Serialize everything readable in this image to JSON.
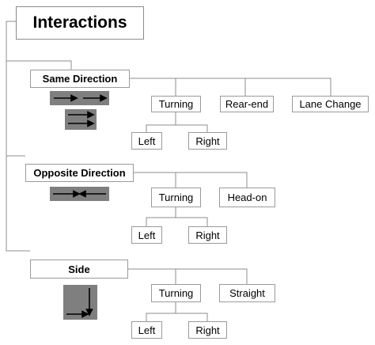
{
  "root": {
    "label": "Interactions"
  },
  "same_direction": {
    "label": "Same Direction",
    "turning": "Turning",
    "rear_end": "Rear-end",
    "lane_change": "Lane Change",
    "left": "Left",
    "right": "Right",
    "icons": [
      "arrows-same-direction-icon",
      "arrows-parallel-icon"
    ]
  },
  "opposite_direction": {
    "label": "Opposite Direction",
    "turning": "Turning",
    "head_on": "Head-on",
    "left": "Left",
    "right": "Right",
    "icons": [
      "arrows-opposite-direction-icon"
    ]
  },
  "side": {
    "label": "Side",
    "turning": "Turning",
    "straight": "Straight",
    "left": "Left",
    "right": "Right",
    "icons": [
      "arrows-perpendicular-icon"
    ]
  },
  "colors": {
    "line": "#8c8c8c",
    "box_border": "#9a9a9a",
    "icon_fill": "#7f7f7f",
    "arrow": "#000000"
  }
}
